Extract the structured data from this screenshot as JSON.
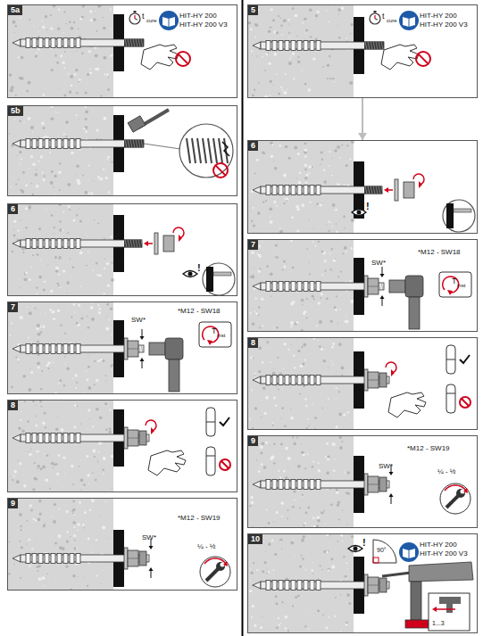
{
  "diagram": {
    "nodes": [
      {
        "text": [
          "5a",
          "t",
          "cure",
          "HIT-HY 200",
          "HIT-HY 200 V3"
        ]
      },
      {
        "text": [
          "5b"
        ]
      },
      {
        "text": [
          "6",
          "!"
        ]
      },
      {
        "text": [
          "7",
          "SW*",
          "*M12 - SW18",
          "T",
          "inst"
        ]
      },
      {
        "text": [
          "8"
        ]
      },
      {
        "text": [
          "9",
          "*M12 - SW19",
          "SW*",
          "¼ - ½"
        ]
      },
      {
        "text": [
          "5",
          "t",
          "cure",
          "HIT-HY 200",
          "HIT-HY 200 V3"
        ]
      },
      {
        "text": [
          "6",
          "!"
        ]
      },
      {
        "text": [
          "7",
          "SW*",
          "*M12 - SW18",
          "T",
          "inst"
        ]
      },
      {
        "text": [
          "8"
        ]
      },
      {
        "text": [
          "9",
          "*M12 - SW19",
          "SW*",
          "¼ - ½"
        ]
      },
      {
        "text": [
          "10",
          "!",
          "90°",
          "HIT-HY 200",
          "HIT-HY 200 V3",
          "1...3"
        ]
      }
    ],
    "edges": [
      {
        "from": 6,
        "to": 7,
        "arrow": "to"
      }
    ]
  }
}
